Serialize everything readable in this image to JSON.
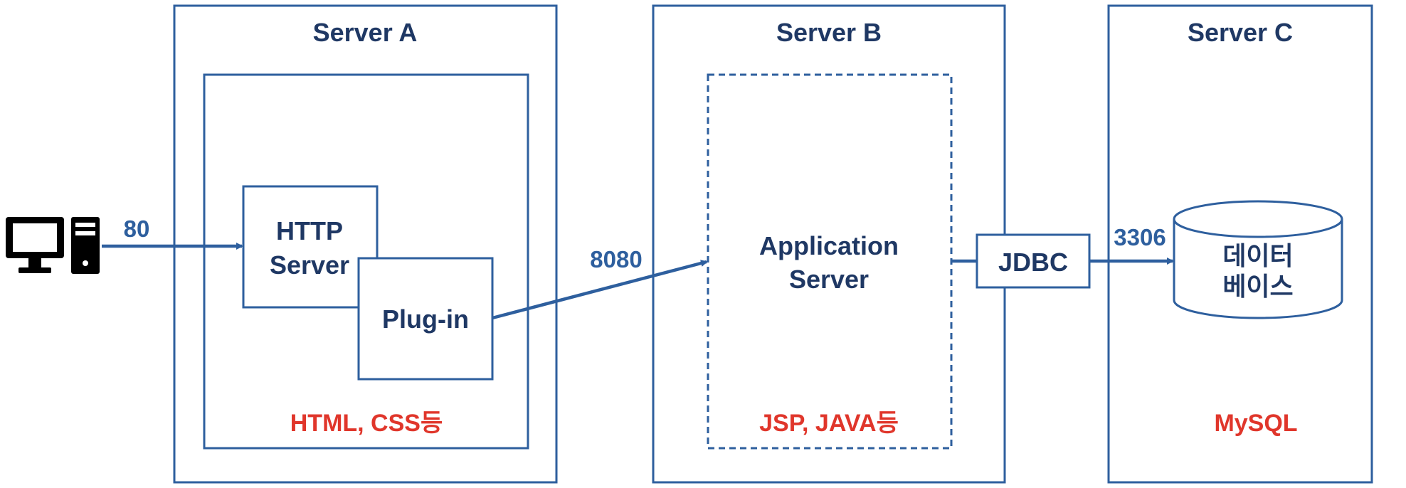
{
  "servers": {
    "a": {
      "title": "Server A",
      "tech": "HTML, CSS등"
    },
    "b": {
      "title": "Server B",
      "tech": "JSP, JAVA등"
    },
    "c": {
      "title": "Server C",
      "tech": "MySQL"
    }
  },
  "nodes": {
    "http_server": {
      "line1": "HTTP",
      "line2": "Server"
    },
    "plugin": {
      "label": "Plug-in"
    },
    "app_server": {
      "line1": "Application",
      "line2": "Server"
    },
    "jdbc": {
      "label": "JDBC"
    },
    "database": {
      "line1": "데이터",
      "line2": "베이스"
    }
  },
  "ports": {
    "client": "80",
    "plugin_to_app": "8080",
    "db": "3306"
  },
  "icons": {
    "client": "desktop-computer-icon"
  },
  "colors": {
    "stroke": "#2e5f9e",
    "title": "#1f3864",
    "tech": "#e0362b",
    "port": "#2e5f9e"
  }
}
